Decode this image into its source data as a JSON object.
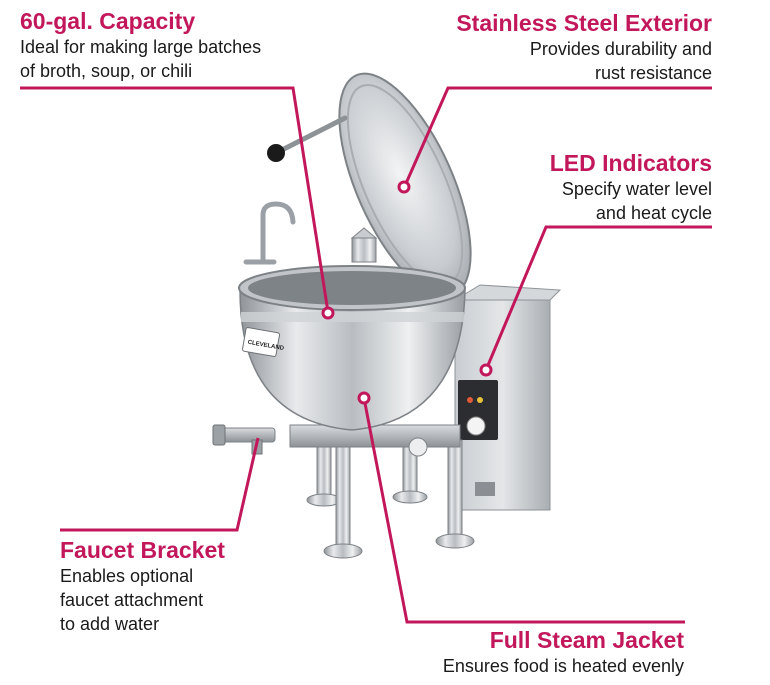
{
  "accent_color": "#c2185b",
  "callouts": {
    "capacity": {
      "title": "60-gal. Capacity",
      "lines": [
        "Ideal for making large batches",
        "of broth, soup, or chili"
      ]
    },
    "exterior": {
      "title": "Stainless Steel Exterior",
      "lines": [
        "Provides durability and",
        "rust resistance"
      ]
    },
    "led": {
      "title": "LED Indicators",
      "lines": [
        "Specify water level",
        "and heat cycle"
      ]
    },
    "faucet": {
      "title": "Faucet Bracket",
      "lines": [
        "Enables optional",
        "faucet attachment",
        "to add water"
      ]
    },
    "jacket": {
      "title": "Full Steam Jacket",
      "lines": [
        "Ensures food is heated evenly"
      ]
    }
  },
  "product": {
    "brand_label": "CLEVELAND"
  }
}
